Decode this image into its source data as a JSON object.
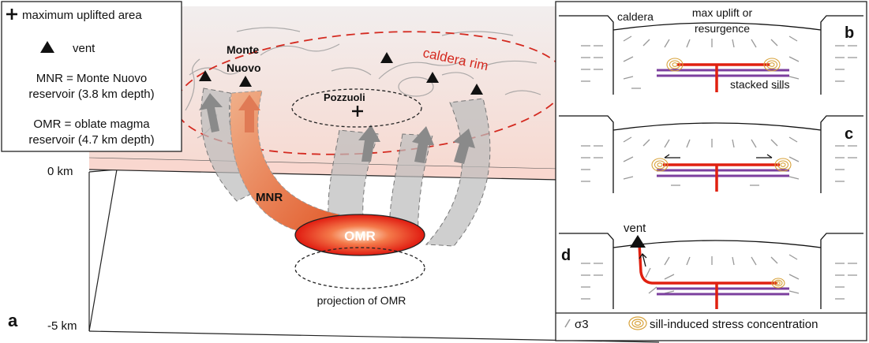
{
  "legend": {
    "max_uplift": "maximum uplifted area",
    "vent": "vent",
    "mnr_line1": "MNR = Monte Nuovo",
    "mnr_line2": "reservoir (3.8 km depth)",
    "omr_line1": "OMR = oblate magma",
    "omr_line2": "reservoir (4.7 km depth)"
  },
  "panel_a": {
    "label": "a",
    "depth_top": "0 km",
    "depth_bottom": "-5 km",
    "monte_line1": "Monte",
    "monte_line2": "Nuovo",
    "caldera_rim": "caldera rim",
    "pozzuoli": "Pozzuoli",
    "mnr": "MNR",
    "omr": "OMR",
    "projection": "projection of OMR"
  },
  "panel_b": {
    "label": "b",
    "caldera": "caldera",
    "uplift_line1": "max uplift or",
    "uplift_line2": "resurgence",
    "stacked_sills": "stacked sills"
  },
  "panel_c": {
    "label": "c"
  },
  "panel_d": {
    "label": "d",
    "vent": "vent"
  },
  "bottom_legend": {
    "sigma3": "σ3",
    "stress": "sill-induced stress concentration"
  },
  "colors": {
    "rim_red": "#d42a20",
    "sill_purple": "#7b3f9e",
    "sill_red": "#e02010",
    "ring_gold": "#d8a23a",
    "mnr_orange": "#e8683a",
    "pathway_grey": "#bdbdbd"
  }
}
